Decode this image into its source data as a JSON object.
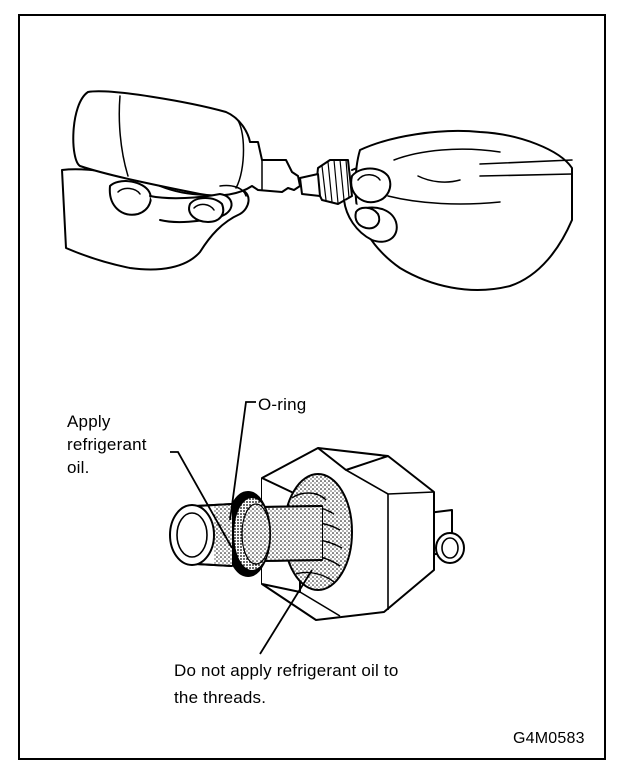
{
  "labels": {
    "apply_line1": "Apply",
    "apply_line2": "refrigerant",
    "apply_line3": "oil.",
    "oring": "O-ring",
    "threads_line1": "Do not apply refrigerant oil to",
    "threads_line2": "the threads.",
    "figure_code": "G4M0583"
  }
}
